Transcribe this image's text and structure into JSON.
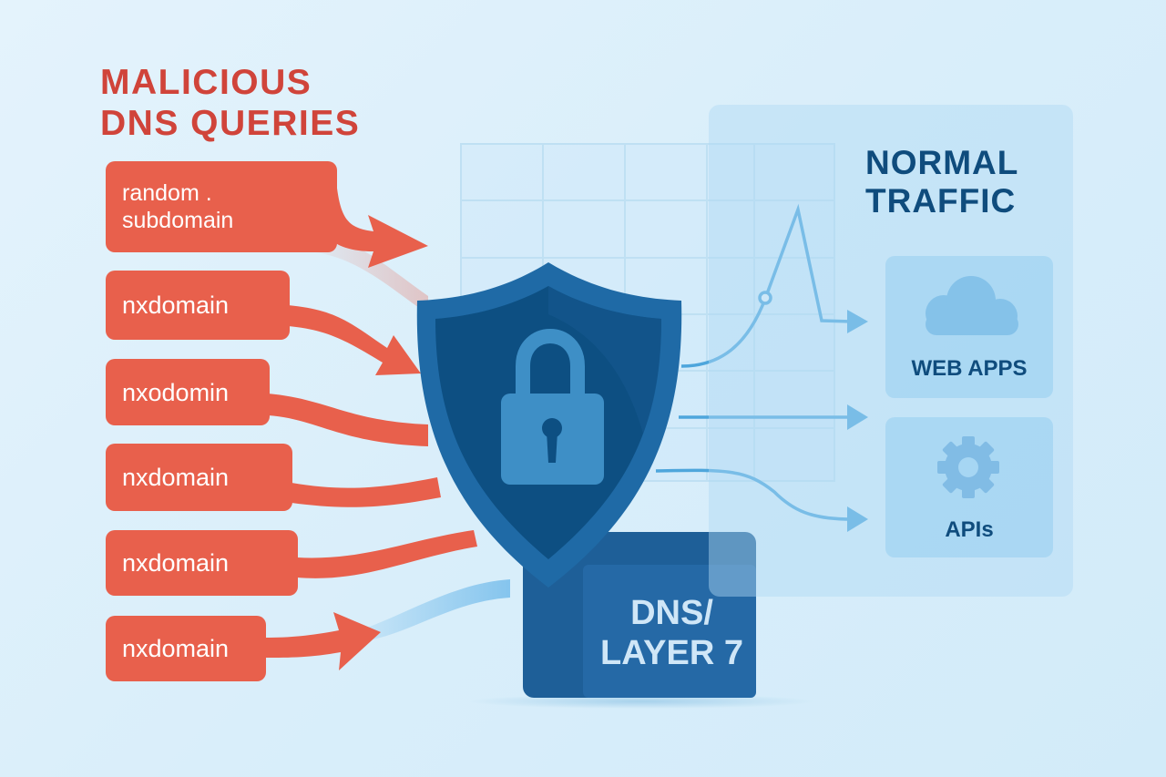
{
  "malicious": {
    "title_line1": "MALICIOUS",
    "title_line2": "DNS QUERIES",
    "queries": [
      {
        "line1": "random .",
        "line2": "subdomain"
      },
      {
        "label": "nxdomain"
      },
      {
        "label": "nxodomin"
      },
      {
        "label": "nxdomain"
      },
      {
        "label": "nxdomain"
      },
      {
        "label": "nxdomain"
      }
    ]
  },
  "normal": {
    "title_line1": "NORMAL",
    "title_line2": "TRAFFIC",
    "services": [
      {
        "label": "WEB APPS",
        "icon": "cloud-icon"
      },
      {
        "label": "APIs",
        "icon": "gear-icon"
      }
    ]
  },
  "firewall": {
    "line1": "DNS/",
    "line2": "LAYER 7",
    "icons": [
      "shield-icon",
      "padlock-icon"
    ]
  },
  "colors": {
    "background": "#dcf0fb",
    "malicious": "#e8604c",
    "malicious_title": "#d0443a",
    "shield_outer": "#1f6aa6",
    "shield_inner": "#0d4f82",
    "lock": "#3e8fc6",
    "dns_box": "#1e5f98",
    "normal_flow": "#4ea6dc",
    "normal_title": "#0f4c7d"
  }
}
